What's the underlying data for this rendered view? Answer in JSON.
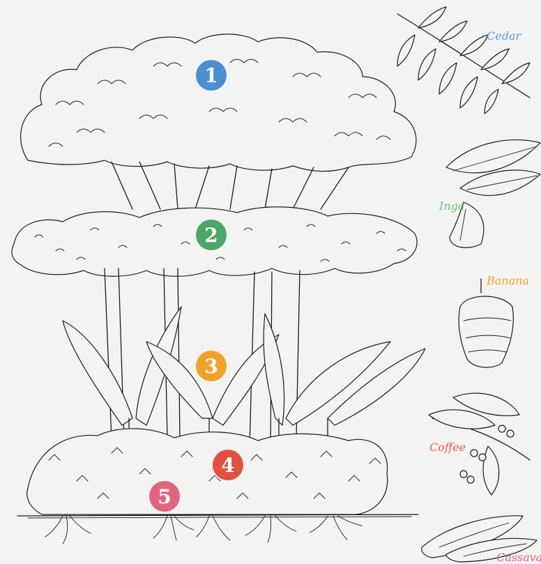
{
  "layers": [
    {
      "number": "1",
      "color": "#4a8fcf"
    },
    {
      "number": "2",
      "color": "#4ca66a"
    },
    {
      "number": "3",
      "color": "#f0a32a"
    },
    {
      "number": "4",
      "color": "#e2503f"
    },
    {
      "number": "5",
      "color": "#e06580"
    }
  ],
  "species": [
    {
      "label": "Cedar",
      "color": "#5b9bd5"
    },
    {
      "label": "Inga",
      "color": "#6fbf83"
    },
    {
      "label": "Banana",
      "color": "#f0a32a"
    },
    {
      "label": "Coffee",
      "color": "#e2604f"
    },
    {
      "label": "Cassava",
      "color": "#e06580"
    }
  ]
}
